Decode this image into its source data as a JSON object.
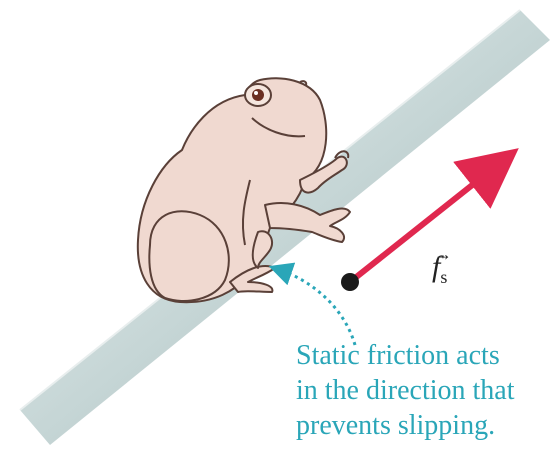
{
  "diagram": {
    "force_symbol": "f",
    "force_subscript": "s",
    "caption_lines": [
      "Static friction acts",
      "in the direction that",
      "prevents slipping."
    ],
    "colors": {
      "force_arrow": "#e0284f",
      "caption": "#2aa6b8",
      "dotted_arrow": "#2aa6b8",
      "frog_fill": "#f0d9d0",
      "frog_outline": "#5a4038",
      "surface": "#c9d9d9"
    }
  }
}
